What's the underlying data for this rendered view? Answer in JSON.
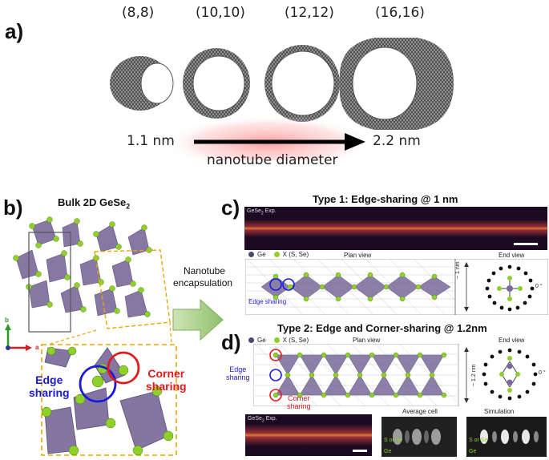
{
  "panel_a": {
    "label": "a)",
    "chiralities": [
      "(8,8)",
      "(10,10)",
      "(12,12)",
      "(16,16)"
    ],
    "diameter_min": "1.1 nm",
    "diameter_max": "2.2 nm",
    "axis_label": "nanotube diameter"
  },
  "panel_b": {
    "label": "b)",
    "title_main": "Bulk 2D GeSe",
    "title_sub": "2",
    "axis_b": "b",
    "axis_a": "a",
    "edge_label_1": "Edge",
    "edge_label_2": "sharing",
    "corner_label_1": "Corner",
    "corner_label_2": "sharing"
  },
  "arrow": {
    "line1": "Nanotube",
    "line2": "encapsulation"
  },
  "panel_c": {
    "label": "c)",
    "title": "Type 1: Edge-sharing @ 1 nm",
    "image_label": "GeSe",
    "image_label_sub": "2",
    "image_label_suffix": " Exp.",
    "legend_ge": "Ge",
    "legend_x": "X (S, Se)",
    "plan_view": "Plan view",
    "end_view": "End view",
    "dimension": "~ 1 nm",
    "angle": "0 °",
    "edge_sharing": "Edge sharing"
  },
  "panel_d": {
    "label": "d)",
    "title": "Type 2: Edge and Corner-sharing @ 1.2nm",
    "legend_ge": "Ge",
    "legend_x": "X (S, Se)",
    "plan_view": "Plan view",
    "end_view": "End view",
    "dimension": "~ 1.2 nm",
    "angle": "0 °",
    "edge_1": "Edge",
    "edge_2": "sharing",
    "corner_1": "Corner",
    "corner_2": "sharing",
    "image_label": "GeSe",
    "image_label_sub": "2",
    "image_label_suffix": " Exp.",
    "avg_cell": "Average cell",
    "simulation": "Simulation",
    "s_or_se": "S or Se",
    "ge_short": "Ge"
  }
}
